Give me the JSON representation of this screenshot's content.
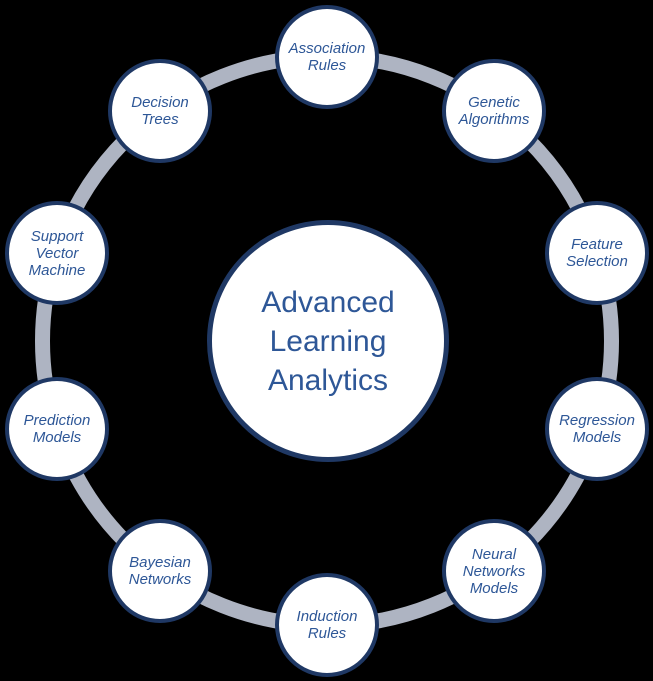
{
  "diagram": {
    "type": "cycle",
    "center": {
      "label": "Advanced\nLearning\nAnalytics"
    },
    "nodes": [
      {
        "id": "association-rules",
        "label": "Association\nRules"
      },
      {
        "id": "genetic-algorithms",
        "label": "Genetic\nAlgorithms"
      },
      {
        "id": "feature-selection",
        "label": "Feature\nSelection"
      },
      {
        "id": "regression-models",
        "label": "Regression\nModels"
      },
      {
        "id": "neural-networks-models",
        "label": "Neural\nNetworks\nModels"
      },
      {
        "id": "induction-rules",
        "label": "Induction\nRules"
      },
      {
        "id": "bayesian-networks",
        "label": "Bayesian\nNetworks"
      },
      {
        "id": "prediction-models",
        "label": "Prediction\nModels"
      },
      {
        "id": "support-vector-machine",
        "label": "Support\nVector\nMachine"
      },
      {
        "id": "decision-trees",
        "label": "Decision\nTrees"
      }
    ]
  },
  "colors": {
    "background": "#000000",
    "circle_fill": "#FFFFFF",
    "circle_border": "#1F3864",
    "text": "#2E5797",
    "ring": "#AEB4C2"
  }
}
